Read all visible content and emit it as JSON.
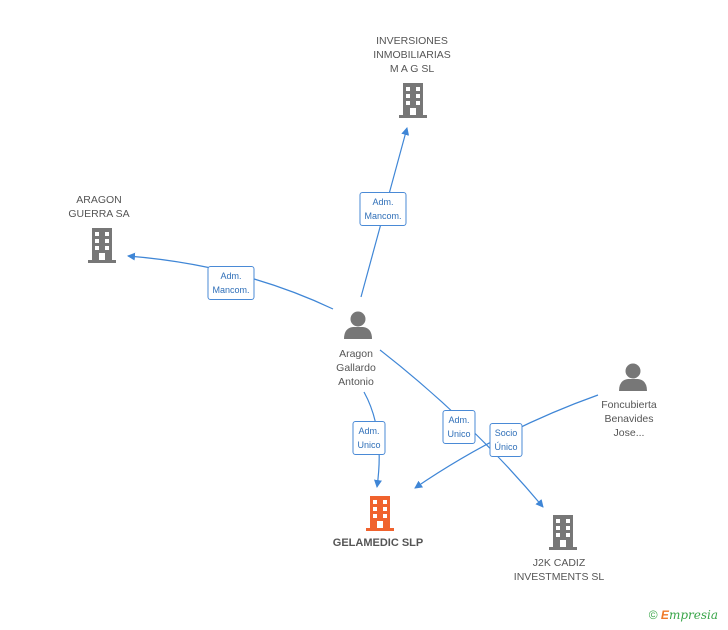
{
  "colors": {
    "edge": "#3f86d6",
    "company_icon": "#777777",
    "focus_icon": "#f0622d",
    "person_icon": "#777777"
  },
  "nodes": {
    "inversiones": {
      "label": "INVERSIONES\nINMOBILIARIAS\nM A G SL",
      "icon": "building-icon"
    },
    "aragon_guerra": {
      "label": "ARAGON\nGUERRA SA",
      "icon": "building-icon"
    },
    "aragon_gallardo": {
      "label": "Aragon\nGallardo\nAntonio",
      "icon": "person-icon"
    },
    "foncubierta": {
      "label": "Foncubierta\nBenavides\nJose...",
      "icon": "person-icon"
    },
    "gelamedic": {
      "label": "GELAMEDIC SLP",
      "icon": "building-icon"
    },
    "j2k": {
      "label": "J2K CADIZ\nINVESTMENTS SL",
      "icon": "building-icon"
    }
  },
  "edges": {
    "to_inversiones": "Adm.\nMancom.",
    "to_aragon_guerra": "Adm.\nMancom.",
    "to_gelamedic_unico": "Adm.\nUnico",
    "to_j2k_unico": "Adm.\nUnico",
    "foncubierta_socio": "Socio\nÚnico"
  },
  "footer": {
    "copyright": "©",
    "brand_first": "E",
    "brand_rest": "mpresia"
  }
}
